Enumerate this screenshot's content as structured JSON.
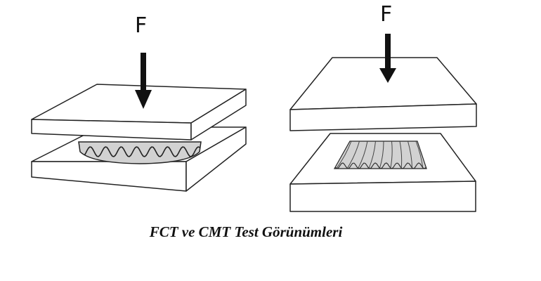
{
  "force_label_left": "F",
  "force_label_right": "F",
  "caption": "FCT ve CMT Test Görünümleri",
  "colors": {
    "line": "#222222",
    "plate_fill": "#ffffff",
    "sample_fill": "#d2d2d2"
  }
}
